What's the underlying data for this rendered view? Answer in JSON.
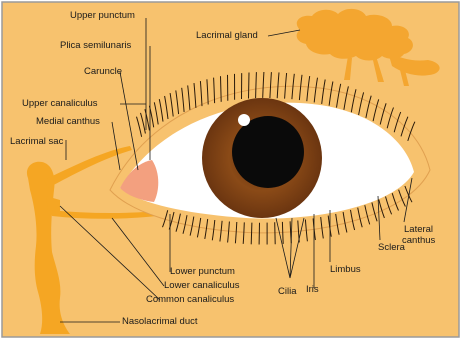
{
  "diagram": {
    "labels": {
      "upper_punctum": "Upper punctum",
      "plica_semilunaris": "Plica semilunaris",
      "caruncle": "Caruncle",
      "upper_canaliculus": "Upper canaliculus",
      "medial_canthus": "Medial canthus",
      "lacrimal_sac": "Lacrimal sac",
      "lacrimal_gland": "Lacrimal gland",
      "lower_punctum": "Lower punctum",
      "lower_canaliculus": "Lower canaliculus",
      "common_canaliculus": "Common canaliculus",
      "nasolacrimal_duct": "Nasolacrimal duct",
      "cilia": "Cilia",
      "iris": "Iris",
      "limbus": "Limbus",
      "sclera": "Sclera",
      "lateral_canthus_line1": "Lateral",
      "lateral_canthus_line2": "canthus"
    },
    "colors": {
      "background": "#f7c26e",
      "lacrimal_system": "#f5a623",
      "lacrimal_gland": "#f4a630",
      "caruncle": "#f3a07f",
      "sclera": "#ffffff",
      "iris": "#8a4a17",
      "pupil": "#0a0a0a",
      "lashes": "#2a1a0a",
      "border": "#9a9a9a"
    }
  }
}
